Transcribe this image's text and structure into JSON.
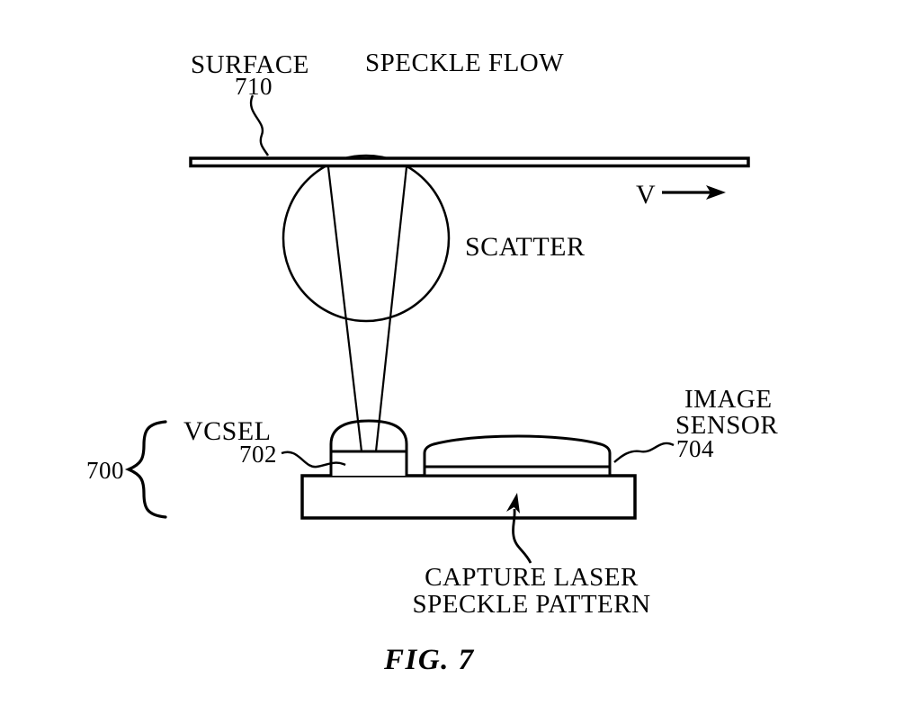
{
  "figure": {
    "caption": "FIG. 7",
    "colors": {
      "background": "#ffffff",
      "line": "#000000",
      "text": "#030303"
    },
    "labels": {
      "surface": "SURFACE",
      "surface_ref": "710",
      "speckle_flow": "SPECKLE FLOW",
      "velocity": "V",
      "scatter": "SCATTER",
      "assembly_ref": "700",
      "vcsel": "VCSEL",
      "vcsel_ref": "702",
      "image_sensor_line1": "IMAGE",
      "image_sensor_line2": "SENSOR",
      "image_sensor_ref": "704",
      "capture_line1": "CAPTURE LASER",
      "capture_line2": "SPECKLE PATTERN"
    }
  }
}
